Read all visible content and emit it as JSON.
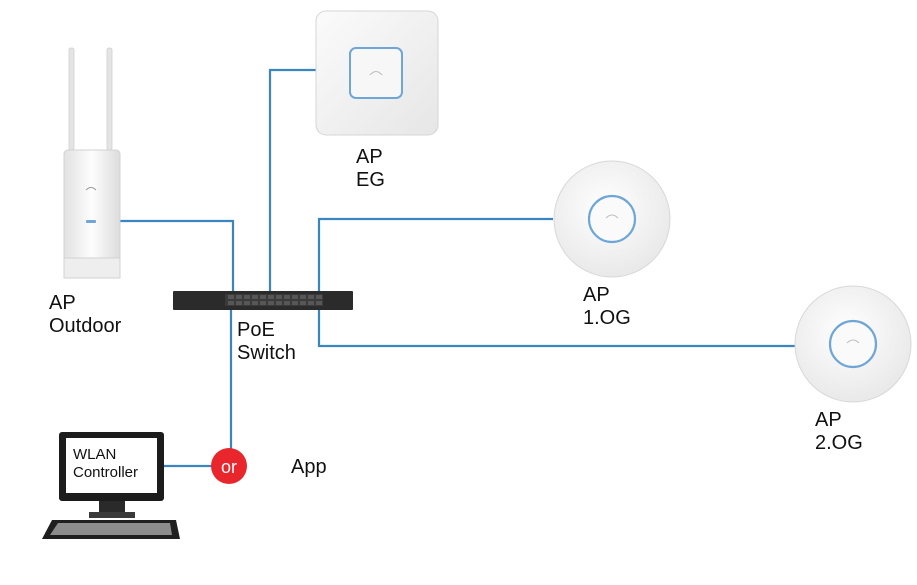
{
  "devices": {
    "ap_outdoor": {
      "label": "AP\nOutdoor",
      "icon": "outdoor-antenna-ap-icon"
    },
    "ap_eg": {
      "label": "AP\nEG",
      "icon": "ceiling-square-ap-icon"
    },
    "ap_1og": {
      "label": "AP\n1.OG",
      "icon": "round-ap-icon"
    },
    "ap_2og": {
      "label": "AP\n2.OG",
      "icon": "round-ap-icon"
    },
    "poe_switch": {
      "label": "PoE\nSwitch",
      "icon": "network-switch-icon"
    },
    "controller": {
      "screen_text": "WLAN\nController",
      "icon": "desktop-computer-icon"
    },
    "or_badge": {
      "text": "or"
    },
    "app": {
      "label": "App"
    }
  },
  "colors": {
    "link": "#3b86c0",
    "or_badge": "#e8262b",
    "switch": "#2b2b2b",
    "device_white": "#f4f4f4",
    "led_blue": "#6ea6d8"
  }
}
